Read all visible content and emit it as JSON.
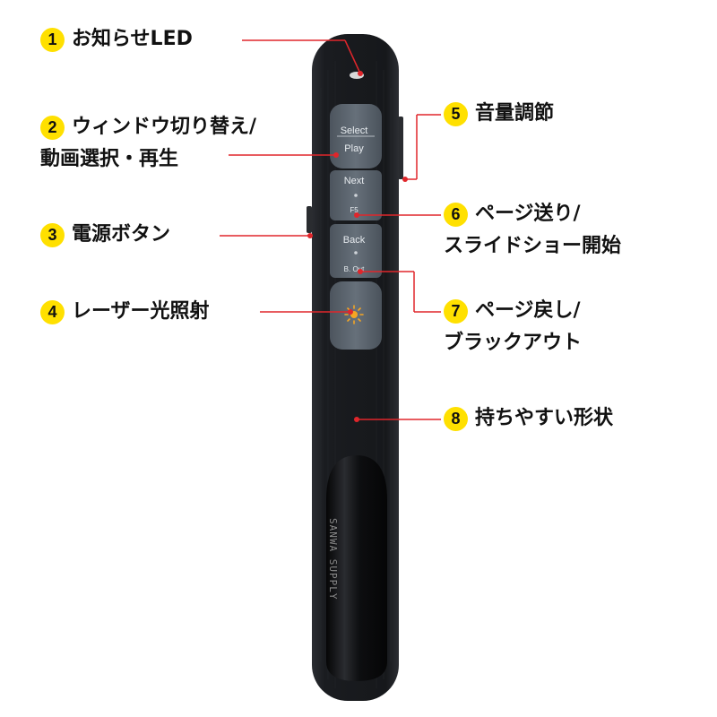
{
  "callouts": [
    {
      "num": "1",
      "lines": [
        "お知らせLED"
      ]
    },
    {
      "num": "2",
      "lines": [
        "ウィンドウ切り替え/",
        "動画選択・再生"
      ]
    },
    {
      "num": "3",
      "lines": [
        "電源ボタン"
      ]
    },
    {
      "num": "4",
      "lines": [
        "レーザー光照射"
      ]
    },
    {
      "num": "5",
      "lines": [
        "音量調節"
      ]
    },
    {
      "num": "6",
      "lines": [
        "ページ送り/",
        "スライドショー開始"
      ]
    },
    {
      "num": "7",
      "lines": [
        "ページ戻し/",
        "ブラックアウト"
      ]
    },
    {
      "num": "8",
      "lines": [
        "持ちやすい形状"
      ]
    }
  ],
  "device": {
    "select_label": "Select",
    "play_label": "Play",
    "next_label": "Next",
    "f5_label": "F5",
    "back_label": "Back",
    "bout_label": "B. Out",
    "laser_icon": "sun-icon",
    "brand": "SANWA SUPPLY"
  },
  "colors": {
    "badge": "#ffe000",
    "leader": "#e0262b",
    "body": "#1b1d21",
    "button": "#5a626c"
  }
}
